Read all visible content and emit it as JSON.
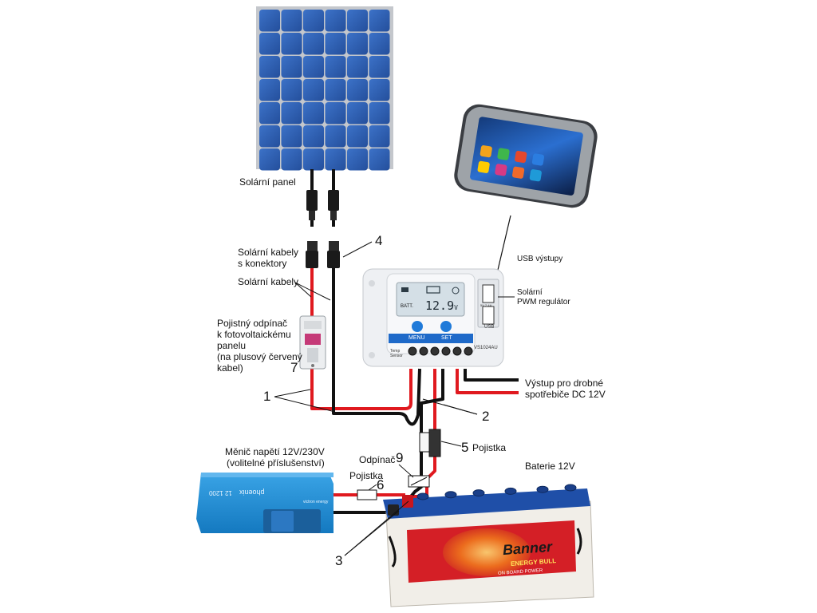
{
  "colors": {
    "panel_cell": "#2f63b8",
    "panel_frame": "#b9bcc1",
    "wire_red": "#e0191f",
    "wire_black": "#111111",
    "inverter_blue": "#1d8fd6",
    "controller_white": "#f4f6f8",
    "controller_screen": "#d7e3ea",
    "button_blue": "#1f7ad9",
    "battery_white": "#f3f1ec",
    "battery_label_red": "#d41f26",
    "battery_lid_blue": "#1f4fa8"
  },
  "labels": {
    "solar_panel": "Solární panel",
    "solar_cables_connectors_1": "Solární kabely",
    "solar_cables_connectors_2": "s konektory",
    "solar_cables": "Solární kabely",
    "fuse_switch_1": "Pojistný odpínač",
    "fuse_switch_2": "k fotovoltaickému",
    "fuse_switch_3": "panelu",
    "fuse_switch_4": "(na plusový červený",
    "fuse_switch_5": "kabel)",
    "usb_outputs": "USB výstupy",
    "pwm_regulator_1": "Solární",
    "pwm_regulator_2": "PWM regulátor",
    "dc_output_1": "Výstup pro drobné",
    "dc_output_2": "spotřebiče DC 12V",
    "inverter_1": "Měnič napětí 12V/230V",
    "inverter_2": "(volitelné příslušenství)",
    "fuse_5": "Pojistka",
    "fuse_6": "Pojistka",
    "disconnector": "Odpínač",
    "battery": "Baterie 12V"
  },
  "numbers": {
    "n1": "1",
    "n2": "2",
    "n3": "3",
    "n4": "4",
    "n5": "5",
    "n6": "6",
    "n7": "7",
    "n9": "9"
  },
  "controller": {
    "voltage": "12.9",
    "unit": "V",
    "batt": "BATT.",
    "menu": "MENU",
    "set": "SET",
    "model": "VS1024AU",
    "temp_sensor_1": "Temp",
    "temp_sensor_2": "Sensor",
    "usb": "USB",
    "usb_spec": "5V 2.4A"
  },
  "inverter": {
    "brand": "phoenix",
    "model": "12 1200",
    "maker": "victron energy"
  },
  "battery_label": {
    "brand": "Banner",
    "line": "ENERGY BULL",
    "sub": "ON BOARD POWER"
  }
}
